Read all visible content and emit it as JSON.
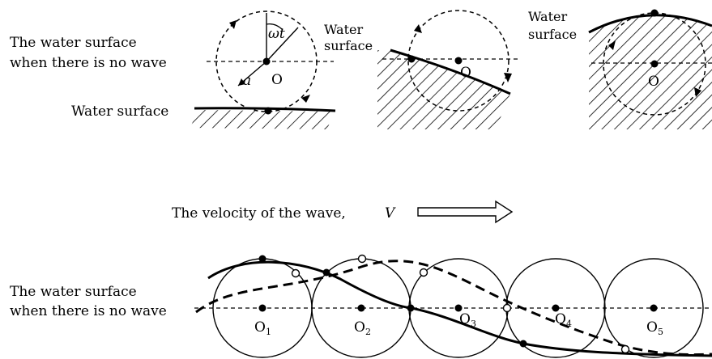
{
  "labels": {
    "no_wave_line1": "The water surface",
    "no_wave_line2": "when there is no wave",
    "omega_t": "ωt",
    "radius_a": "a",
    "center_o": "O",
    "water_surface_1": "Water surface",
    "water_surface_2_line1": "Water",
    "water_surface_2_line2": "surface",
    "water_surface_3_line1": "Water",
    "water_surface_3_line2": "surface",
    "velocity_text": "The velocity of the wave,",
    "velocity_symbol": "V",
    "centers": [
      {
        "letter": "O",
        "sub": "1"
      },
      {
        "letter": "O",
        "sub": "2"
      },
      {
        "letter": "O",
        "sub": "3"
      },
      {
        "letter": "O",
        "sub": "4"
      },
      {
        "letter": "O",
        "sub": "5"
      }
    ]
  },
  "colors": {
    "ink": "#000000",
    "background": "#ffffff"
  }
}
